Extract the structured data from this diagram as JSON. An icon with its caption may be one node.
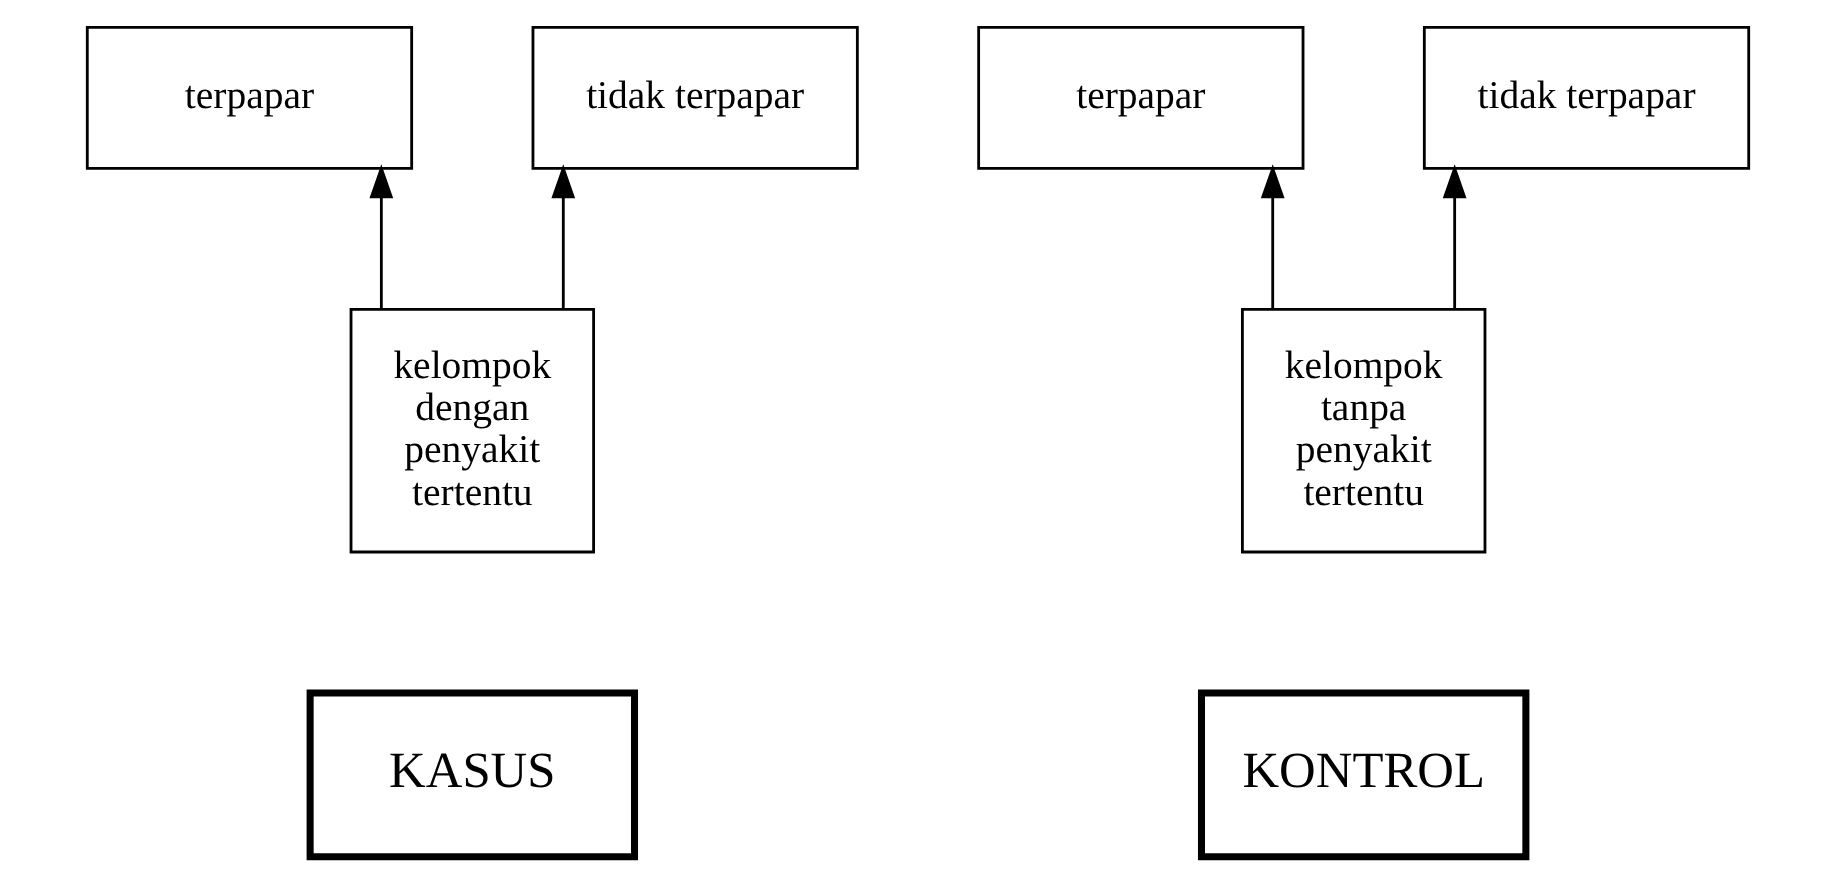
{
  "diagram": {
    "nodes": [
      {
        "text": [
          "terpapar"
        ]
      },
      {
        "text": [
          "tidak terpapar"
        ]
      },
      {
        "text": [
          "kelompok dengan penyakit tertentu"
        ]
      },
      {
        "text": [
          "KASUS"
        ]
      },
      {
        "text": [
          "terpapar"
        ]
      },
      {
        "text": [
          "tidak terpapar"
        ]
      },
      {
        "text": [
          "kelompok tanpa penyakit tertentu"
        ]
      },
      {
        "text": [
          "KONTROL"
        ]
      }
    ],
    "edges": [
      {
        "from": 2,
        "to": 0,
        "arrow": "to"
      },
      {
        "from": 2,
        "to": 1,
        "arrow": "to"
      },
      {
        "from": 6,
        "to": 4,
        "arrow": "to"
      },
      {
        "from": 6,
        "to": 5,
        "arrow": "to"
      }
    ]
  }
}
